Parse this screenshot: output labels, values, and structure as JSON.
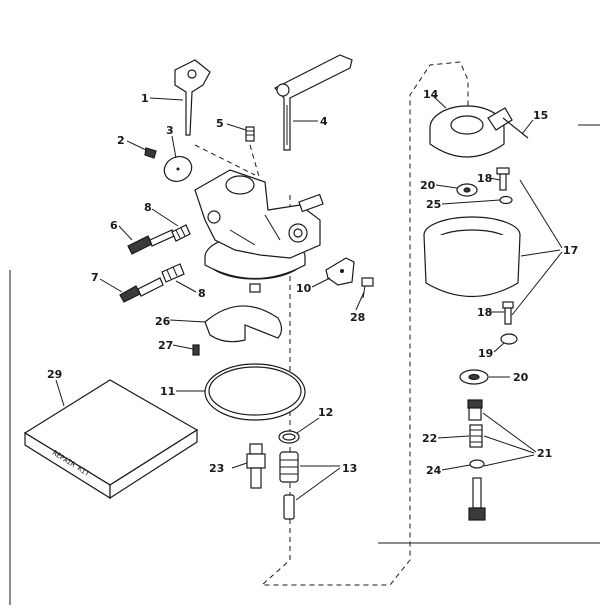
{
  "diagram": {
    "labels": {
      "p1": "1",
      "p2": "2",
      "p3": "3",
      "p4": "4",
      "p5": "5",
      "p6": "6",
      "p7": "7",
      "p8a": "8",
      "p8b": "8",
      "p10": "10",
      "p11": "11",
      "p12": "12",
      "p13": "13",
      "p14": "14",
      "p15": "15",
      "p17": "17",
      "p18a": "18",
      "p18b": "18",
      "p19": "19",
      "p20a": "20",
      "p20b": "20",
      "p21": "21",
      "p22": "22",
      "p23": "23",
      "p24": "24",
      "p25": "25",
      "p26": "26",
      "p27": "27",
      "p28": "28",
      "p29": "29"
    },
    "kit_text": "REPAIR KIT"
  }
}
